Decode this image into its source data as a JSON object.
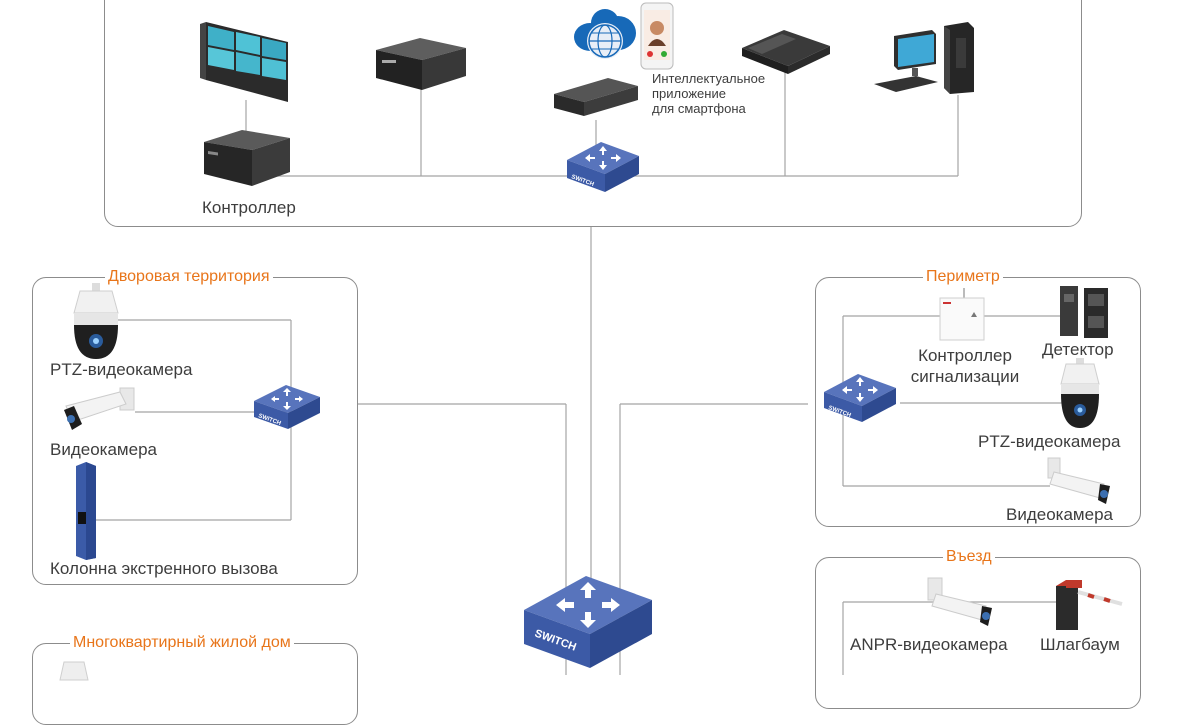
{
  "top_group": {
    "controller_label": "Контроллер",
    "app_label_lines": [
      "Интеллектуальное",
      "приложение",
      "для смартфона"
    ],
    "switch_text": "SWITCH"
  },
  "yard": {
    "title": "Дворовая территория",
    "ptz_label": "PTZ-видеокамера",
    "camera_label": "Видеокамера",
    "column_label": "Колонна экстренного вызова",
    "switch_text": "SWITCH"
  },
  "perimeter": {
    "title": "Периметр",
    "alarm_controller_lines": [
      "Контроллер",
      "сигнализации"
    ],
    "detector_label": "Детектор",
    "ptz_label": "PTZ-видеокамера",
    "camera_label": "Видеокамера",
    "switch_text": "SWITCH"
  },
  "entrance": {
    "title": "Въезд",
    "anpr_label": "ANPR-видеокамера",
    "barrier_label": "Шлагбаум"
  },
  "apartment": {
    "title": "Многоквартирный жилой дом"
  },
  "core_switch_text": "SWITCH",
  "colors": {
    "title_accent": "#e8751a",
    "switch_blue": "#3d5ea8",
    "line_gray": "#9a9a9a",
    "text_dark": "#3d3d3d"
  }
}
